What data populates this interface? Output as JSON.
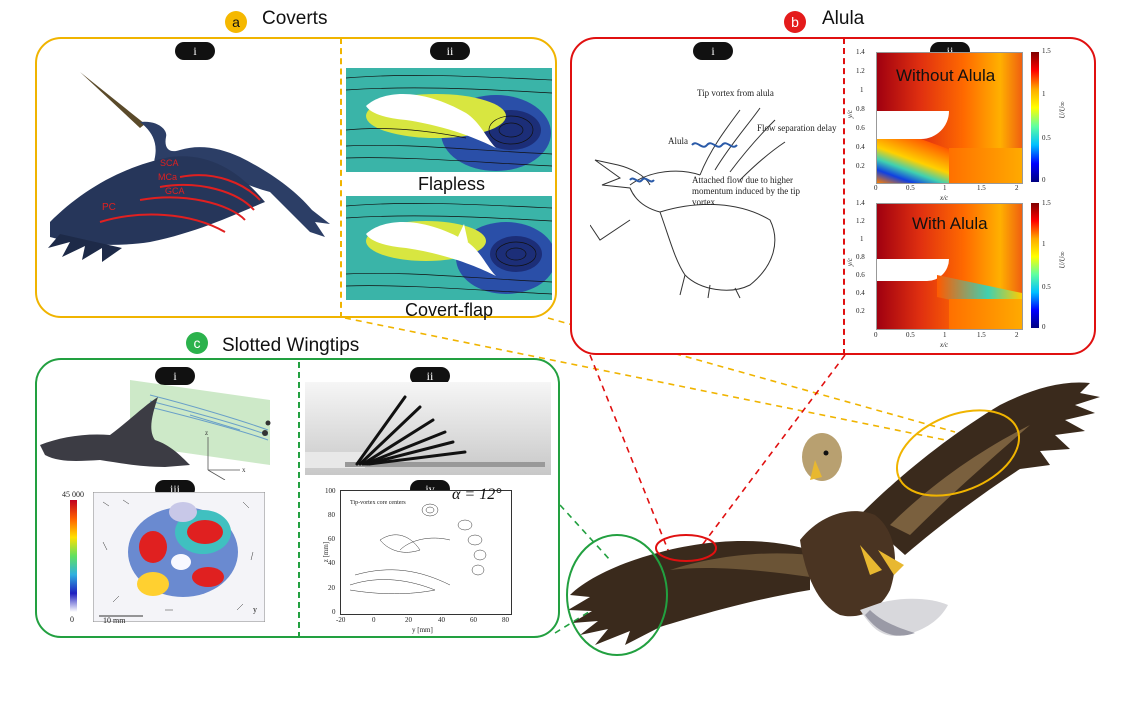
{
  "colors": {
    "coverts": "#f0b400",
    "alula": "#e01010",
    "wingtips": "#22a040",
    "badge_a": "#f5b800",
    "badge_b": "#e41b1b",
    "badge_c": "#2bb24c"
  },
  "coverts": {
    "badge": "a",
    "title": "Coverts",
    "sub_i": "i",
    "sub_ii": "ii",
    "labels": [
      "SCA",
      "MCa",
      "GCA",
      "PC"
    ],
    "flapless": "Flapless",
    "covert_flap": "Covert-flap"
  },
  "alula": {
    "badge": "b",
    "title": "Alula",
    "sub_i": "i",
    "sub_ii": "ii",
    "annotations": {
      "tip_vortex": "Tip vortex from alula",
      "alula": "Alula",
      "flow_sep": "Flow separation delay",
      "attached": "Attached flow due to higher momentum induced by the tip vortex"
    },
    "without": "Without Alula",
    "with": "With Alula",
    "y_ticks": [
      "1.4",
      "1.2",
      "1",
      "0.8",
      "0.6",
      "0.4",
      "0.2"
    ],
    "x_ticks": [
      "0",
      "0.5",
      "1",
      "1.5",
      "2"
    ],
    "xlabel": "x/c",
    "ylabel": "y/c",
    "cbar_label": "U/U∞",
    "cbar_ticks": [
      "1.5",
      "1",
      "0.5",
      "0"
    ]
  },
  "wingtips": {
    "badge": "c",
    "title": "Slotted Wingtips",
    "sub_i": "i",
    "sub_ii": "ii",
    "sub_iii": "iii",
    "sub_iv": "iv",
    "cbar_top": "45 000",
    "cbar_bottom": "0",
    "scale": "10 mm",
    "axis_y": "y",
    "axis_z": "z",
    "axis_x": "x",
    "alpha": "α = 12°",
    "contour_label": "Tip-vortex core centers",
    "contour_ylabel": "z [mm]",
    "contour_xlabel": "y [mm]",
    "contour_x_ticks": [
      "-20",
      "0",
      "20",
      "40",
      "60",
      "80"
    ],
    "contour_y_ticks": [
      "100",
      "80",
      "60",
      "40",
      "20",
      "0"
    ]
  }
}
